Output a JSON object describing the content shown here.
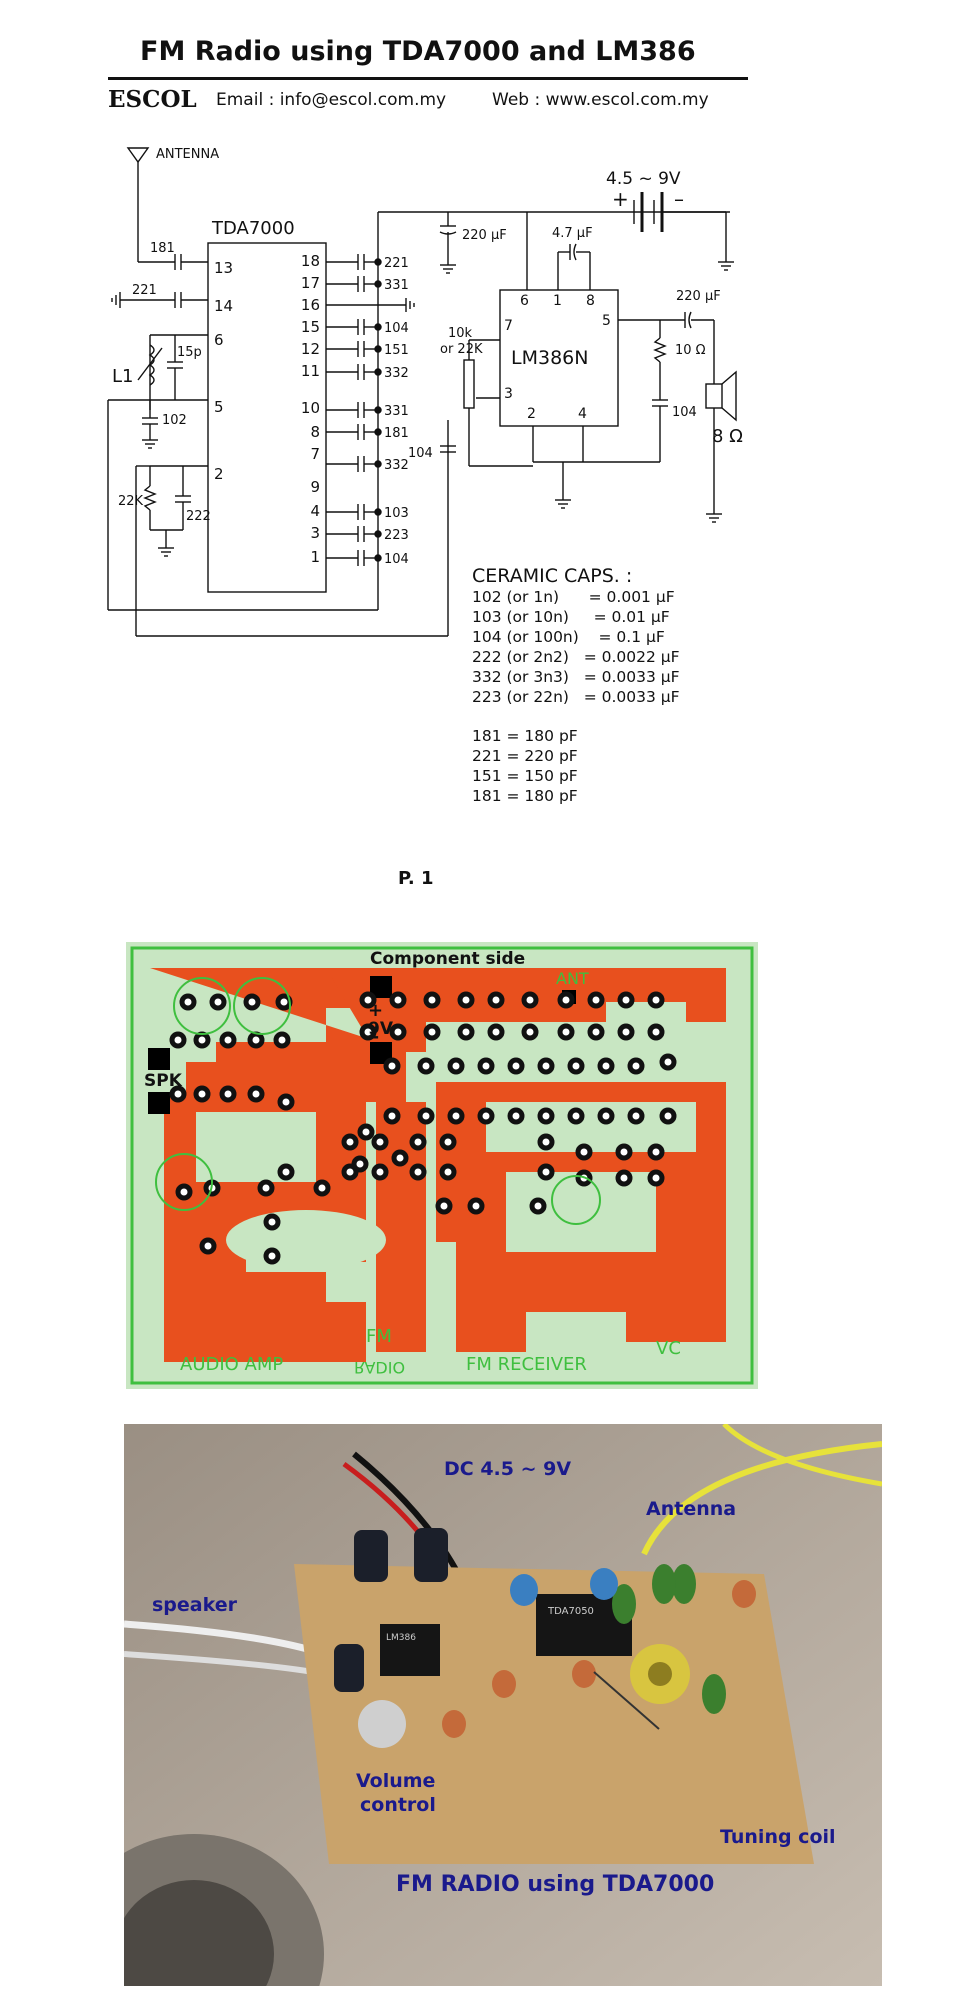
{
  "header": {
    "title": "FM Radio using TDA7000 and LM386",
    "brand": "ESCOL",
    "email": "Email : info@escol.com.my",
    "web": "Web : www.escol.com.my"
  },
  "schematic": {
    "antenna": "ANTENNA",
    "ic1": "TDA7000",
    "ic2": "LM386N",
    "supply": "4.5 ~ 9V",
    "plus": "+",
    "minus": "–",
    "c_supply": "220 µF",
    "c_bypass": "4.7 µF",
    "c_out": "220 µF",
    "r_out": "10 Ω",
    "speaker": "8 Ω",
    "pot": "10k",
    "pot_alt": "or 22K",
    "l1": "L1",
    "c_15p": "15p",
    "r_22k": "22K",
    "left_caps": [
      "181",
      "221",
      "102",
      "222"
    ],
    "right_caps": [
      "221",
      "331",
      "104",
      "151",
      "332",
      "331",
      "181",
      "332",
      "103",
      "223",
      "104"
    ],
    "c104_left": "104",
    "c104_amp": "104",
    "tda_pins_left": [
      "13",
      "14",
      "6",
      "5",
      "2"
    ],
    "tda_pins_right": [
      "18",
      "17",
      "16",
      "15",
      "12",
      "11",
      "10",
      "8",
      "7",
      "9",
      "4",
      "3",
      "1"
    ],
    "lm_pins": [
      "6",
      "1",
      "8",
      "7",
      "5",
      "3",
      "2",
      "4"
    ]
  },
  "ceramic": {
    "title": "CERAMIC CAPS. :",
    "lines": [
      "102 (or 1n)      = 0.001 µF",
      "103 (or 10n)     = 0.01 µF",
      "104 (or 100n)    = 0.1 µF",
      "222 (or 2n2)   = 0.0022 µF",
      "332 (or 3n3)   = 0.0033 µF",
      "223 (or 22n)   = 0.0033 µF"
    ],
    "pf_lines": [
      "181 = 180 pF",
      "221 = 220 pF",
      "151 = 150 pF",
      "181 = 180 pF"
    ]
  },
  "page": {
    "number": "P. 1"
  },
  "pcb": {
    "component_side": "Component side",
    "plus": "+",
    "v9": "9V",
    "minus": "-",
    "spk": "SPK",
    "ant": "ANT",
    "audio_amp": "AUDIO AMP",
    "fm": "FM",
    "radio": "RADIO",
    "fm_receiver": "FM RECEIVER",
    "vc": "VC"
  },
  "photo": {
    "dc": "DC 4.5 ~ 9V",
    "antenna": "Antenna",
    "speaker": "speaker",
    "volume1": "Volume",
    "volume2": "control",
    "tuning": "Tuning coil",
    "caption": "FM RADIO using TDA7000",
    "chip1": "TDA7050",
    "chip2": "LM386"
  },
  "colors": {
    "copper": "#e8501e",
    "pcb_bg": "#c8e6c2",
    "silk": "#3fbf3f",
    "board": "#c9a36b",
    "label_blue": "#1a1a8c"
  }
}
